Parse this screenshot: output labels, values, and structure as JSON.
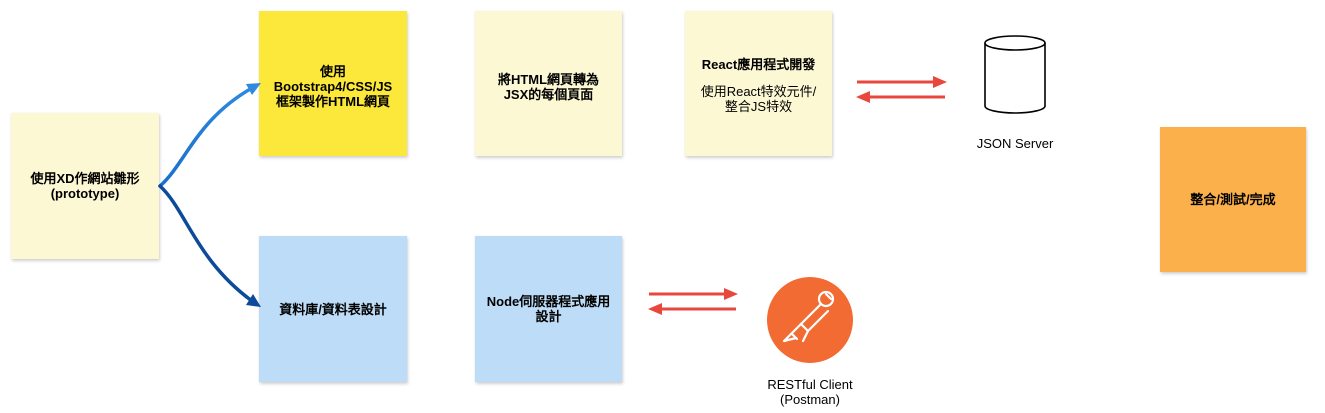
{
  "colors": {
    "cream": "#fdf8d4",
    "yellow": "#fbe83a",
    "blue": "#bddcf7",
    "orange": "#fbb04c",
    "arrow_blue": "#1f79d2",
    "arrow_navy": "#0c4a9a",
    "arrow_red": "#e8473e",
    "postman": "#f16b33"
  },
  "notes": {
    "prototype": {
      "line1": "使用XD作網站雛形",
      "line2": "(prototype)"
    },
    "bootstrap": {
      "line1": "使用",
      "line2": "Bootstrap4/CSS/JS",
      "line3": "框架製作HTML網頁"
    },
    "jsx": {
      "line1": "將HTML網頁轉為",
      "line2": "JSX的每個頁面"
    },
    "react": {
      "title": "React應用程式開發",
      "line1": "使用React特效元件/",
      "line2": "整合JS特效"
    },
    "database": {
      "text": "資料庫/資料表設計"
    },
    "node": {
      "line1": "Node伺服器程式應用",
      "line2": "設計"
    },
    "integrate": {
      "text": "整合/測試/完成"
    }
  },
  "json_server": {
    "label": "JSON Server",
    "icon": "database-cylinder-icon"
  },
  "restful": {
    "line1": "RESTful Client",
    "line2": "(Postman)",
    "icon": "postman-logo-icon"
  }
}
